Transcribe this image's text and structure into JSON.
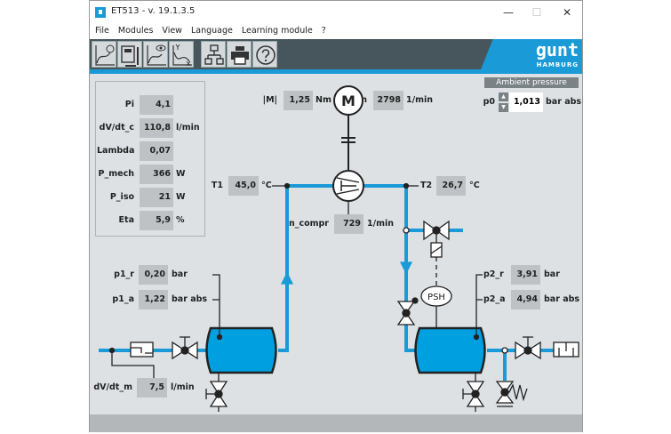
{
  "window": {
    "title": "ET513 - v. 19.1.3.5",
    "minimize": "—",
    "maximize": "☐",
    "close": "✕"
  },
  "menu": [
    "File",
    "Modules",
    "View",
    "Language",
    "Learning module",
    "?"
  ],
  "toolbar": {
    "buttons": [
      "time-chart-icon",
      "measurement-device-icon",
      "view-chart-icon",
      "xy-chart-icon",
      "network-icon",
      "printer-icon",
      "help-icon"
    ],
    "logo": "gunt",
    "logo_sub": "HAMBURG"
  },
  "colors": {
    "pipe": "#1a9ad6",
    "tank": "#009fe0",
    "toolbar": "#47555d"
  },
  "results": [
    {
      "label": "Pi",
      "value": "4,1",
      "unit": ""
    },
    {
      "label": "dV/dt_c",
      "value": "110,8",
      "unit": "l/min"
    },
    {
      "label": "Lambda",
      "value": "0,07",
      "unit": ""
    },
    {
      "label": "P_mech",
      "value": "366",
      "unit": "W"
    },
    {
      "label": "P_iso",
      "value": "21",
      "unit": "W"
    },
    {
      "label": "Eta",
      "value": "5,9",
      "unit": "%"
    }
  ],
  "motor": {
    "torque_label": "|M|",
    "torque": "1,25",
    "torque_unit": "Nm",
    "symbol": "M",
    "speed_label": "n",
    "speed": "2798",
    "speed_unit": "1/min"
  },
  "compressor": {
    "label": "n_compr",
    "value": "729",
    "unit": "1/min"
  },
  "t1": {
    "label": "T1",
    "value": "45,0",
    "unit": "°C"
  },
  "t2": {
    "label": "T2",
    "value": "26,7",
    "unit": "°C"
  },
  "p1_r": {
    "label": "p1_r",
    "value": "0,20",
    "unit": "bar"
  },
  "p1_a": {
    "label": "p1_a",
    "value": "1,22",
    "unit": "bar abs"
  },
  "p2_r": {
    "label": "p2_r",
    "value": "3,91",
    "unit": "bar"
  },
  "p2_a": {
    "label": "p2_a",
    "value": "4,94",
    "unit": "bar abs"
  },
  "flow": {
    "label": "dV/dt_m",
    "value": "7,5",
    "unit": "l/min"
  },
  "psh": "PSH",
  "ambient": {
    "title": "Ambient pressure",
    "label": "p0",
    "value": "1,013",
    "unit": "bar abs",
    "up": "▲",
    "down": "▼"
  }
}
